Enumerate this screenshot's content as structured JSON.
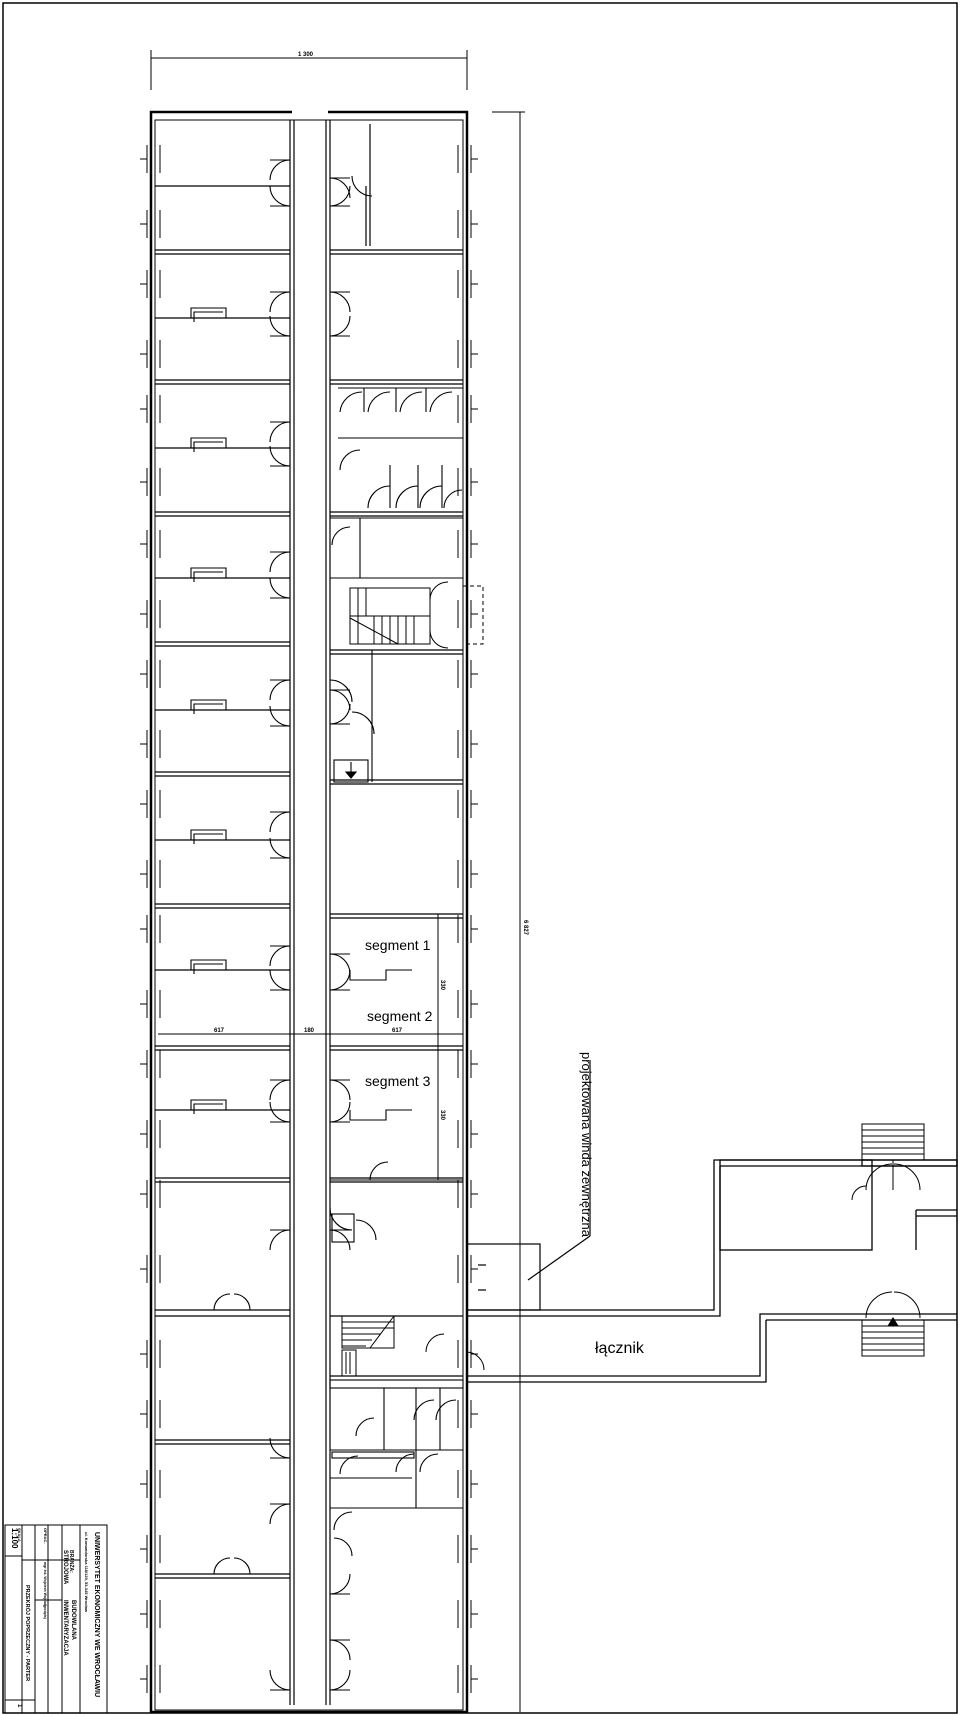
{
  "plan": {
    "segments": [
      "segment 1",
      "segment 2",
      "segment 3"
    ],
    "connector_label": "łącznik",
    "lift_label": "projektowana winda zewnętrzna"
  },
  "dimensions": {
    "building_width": "1 300",
    "building_length": "6 827",
    "room_left": "617",
    "corridor": "180",
    "room_right": "617",
    "segment_pitch_a": "330",
    "segment_pitch_b": "330"
  },
  "title_block": {
    "university": "UNIWERSYTET EKONOMICZNY WE WROCŁAWIU",
    "university_sub": "ul. Komandorska 118/120, 53-345 Wrocław",
    "branch_label": "BRANŻA:",
    "branch": "STROJOWA",
    "project_label": "INWENTARYZACJA",
    "object": "BUDOWLANA",
    "author_label": "OPRAC.",
    "author": "mgr inż. Wojciech Wojciak",
    "signature_box": "(podpis)",
    "scale_label": "SKALA",
    "scale": "1:100",
    "drawing_title": "PRZEKRÓJ POPRZECZNY - PARTER",
    "sheet_no": "1"
  }
}
